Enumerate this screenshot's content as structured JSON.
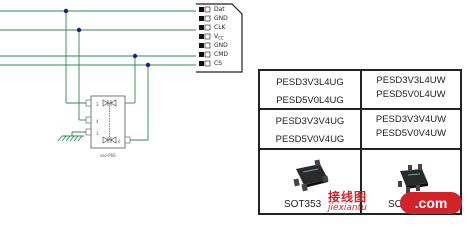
{
  "connector": {
    "pins": [
      "Dat",
      "GND",
      "CLK",
      "V",
      "GND",
      "CMD",
      "CS"
    ],
    "vcc_subscript": "CC"
  },
  "ic": {
    "pins": [
      "3",
      "4",
      "1",
      "6"
    ],
    "package_label": "sso-P66"
  },
  "table": {
    "rows": [
      [
        "PESD3V3L4UG",
        "PESD3V3L4UW"
      ],
      [
        "PESD5V0L4UG",
        "PESD5V0L4UW"
      ],
      [
        "PESD3V3V4UG",
        "PESD3V3V4UW"
      ],
      [
        "PESD5V0V4UG",
        "PESD5V0V4UW"
      ]
    ],
    "packages": [
      "SOT353",
      "SOT363"
    ]
  },
  "watermark": {
    "line1": "接线图",
    "line2": "jiexiantu",
    "badge": ".com"
  },
  "colors": {
    "wire": "#2e8b57",
    "node": "#1c1c8c",
    "chip": "#2a2a2a",
    "table_border": "#222222",
    "watermark_red": "#d2232a"
  }
}
